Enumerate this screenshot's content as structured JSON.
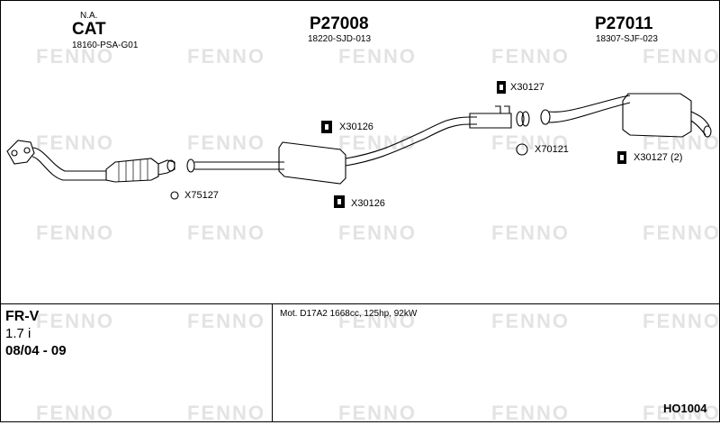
{
  "watermark": "FENNO",
  "parts": {
    "cat": {
      "prefix": "N.A.",
      "title": "CAT",
      "ref": "18160-PSA-G01"
    },
    "mid": {
      "title": "P27008",
      "ref": "18220-SJD-013"
    },
    "rear": {
      "title": "P27011",
      "ref": "18307-SJF-023"
    }
  },
  "callouts": {
    "x75127": "X75127",
    "x30126_top": "X30126",
    "x30126_bottom": "X30126",
    "x30127_top": "X30127",
    "x70121": "X70121",
    "x30127_right": "X30127 (2)"
  },
  "vehicle": {
    "model": "FR-V",
    "engine": "1.7 i",
    "years": "08/04 - 09"
  },
  "motor": "Mot. D17A2 1668cc, 125hp, 92kW",
  "code": "HO1004"
}
